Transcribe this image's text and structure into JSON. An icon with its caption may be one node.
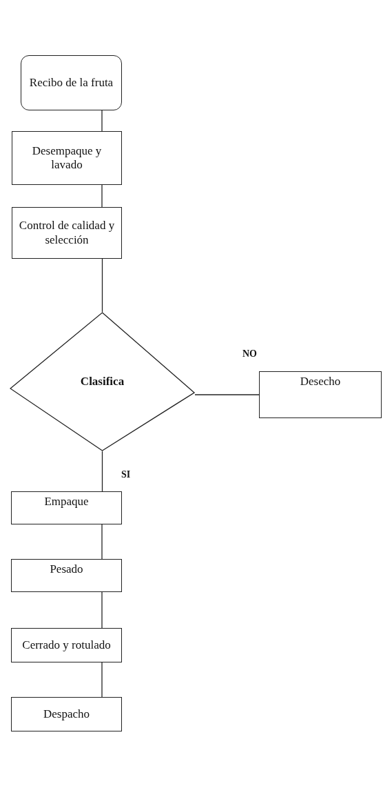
{
  "diagram": {
    "nodes": [
      {
        "text": [
          "Recibo de la fruta"
        ]
      },
      {
        "text": [
          "Desempaque y lavado"
        ]
      },
      {
        "text": [
          "Control de calidad y selección"
        ]
      },
      {
        "text": [
          "Clasifica"
        ]
      },
      {
        "text": [
          "Desecho"
        ]
      },
      {
        "text": [
          "Empaque"
        ]
      },
      {
        "text": [
          "Pesado"
        ]
      },
      {
        "text": [
          "Cerrado y rotulado"
        ]
      },
      {
        "text": [
          "Despacho"
        ]
      }
    ],
    "edges": [
      {
        "from": 0,
        "to": 1,
        "arrow": "none"
      },
      {
        "from": 1,
        "to": 2,
        "arrow": "none"
      },
      {
        "from": 2,
        "to": 3,
        "arrow": "none"
      },
      {
        "from": 3,
        "to": 4,
        "arrow": "none",
        "label": "NO"
      },
      {
        "from": 3,
        "to": 5,
        "arrow": "none",
        "label": "SI"
      },
      {
        "from": 5,
        "to": 6,
        "arrow": "none"
      },
      {
        "from": 6,
        "to": 7,
        "arrow": "none"
      },
      {
        "from": 7,
        "to": 8,
        "arrow": "none"
      }
    ]
  }
}
